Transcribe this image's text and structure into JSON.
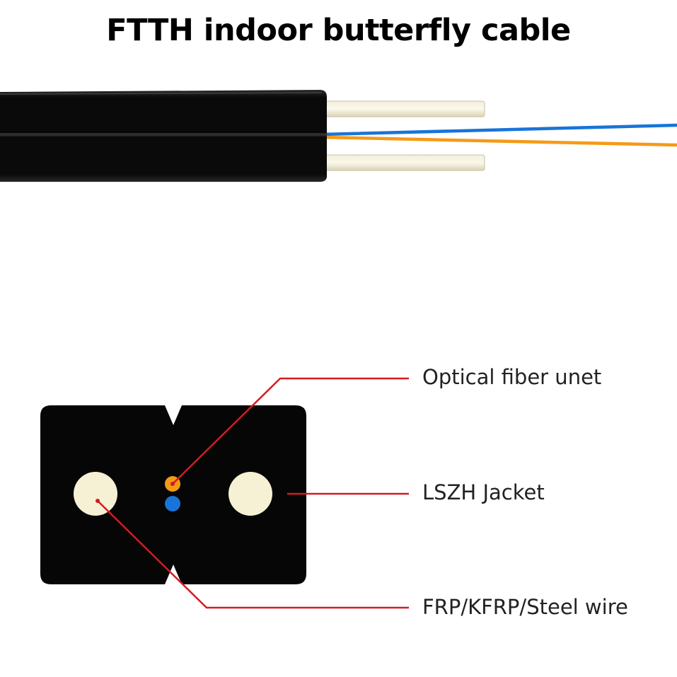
{
  "title": "FTTH indoor butterfly cable",
  "labels": {
    "fiber_unit": "Optical fiber unet",
    "jacket": "LSZH Jacket",
    "strength_member": "FRP/KFRP/Steel wire"
  },
  "colors": {
    "jacket": "#060606",
    "strength_member": "#f6f1d4",
    "fiber_blue": "#1874d8",
    "fiber_orange": "#f59a16",
    "leader_line": "#d61a22",
    "label_text": "#222222"
  }
}
